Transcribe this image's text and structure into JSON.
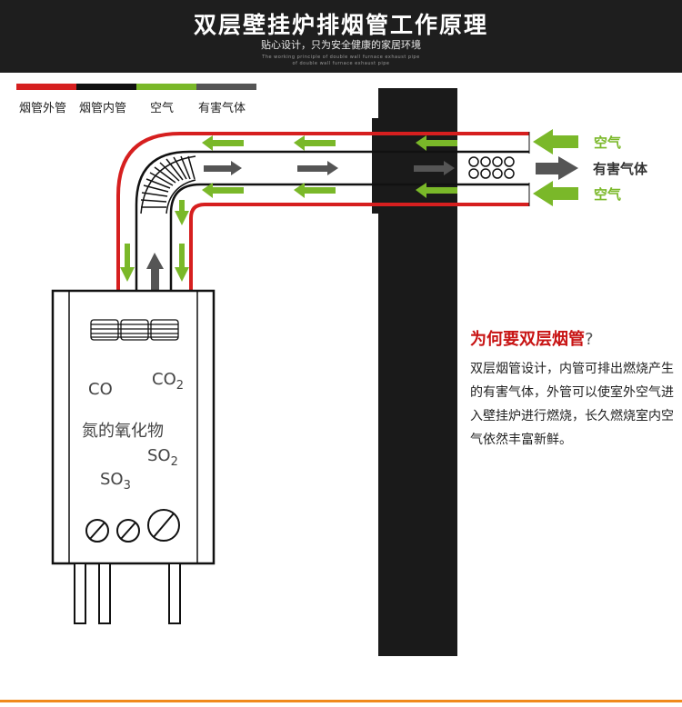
{
  "header": {
    "title": "双层壁挂炉排烟管工作原理",
    "subtitle": "贴心设计，只为安全健康的家居环境",
    "eng_line1": "The working principle of double wall furnace exhaust pipe",
    "eng_line2": "of double wall furnace exhaust pipe"
  },
  "legend": {
    "items": [
      {
        "label": "烟管外管",
        "color": "#d61f1f"
      },
      {
        "label": "烟管内管",
        "color": "#111111"
      },
      {
        "label": "空气",
        "color": "#7ab829"
      },
      {
        "label": "有害气体",
        "color": "#555555"
      }
    ]
  },
  "diagram": {
    "labels": {
      "air_top": "空气",
      "harmful": "有害气体",
      "air_bottom": "空气"
    },
    "boiler": {
      "co": "CO",
      "co2_main": "CO",
      "co2_sub": "2",
      "nox": "氮的氧化物",
      "so2_main": "SO",
      "so2_sub": "2",
      "so3_main": "SO",
      "so3_sub": "3"
    }
  },
  "qa": {
    "title": "为何要双层烟管",
    "mark": "?",
    "body": "双层烟管设计，内管可排出燃烧产生的有害气体，外管可以使室外空气进入壁挂炉进行燃烧，长久燃烧室内空气依然丰富新鲜。"
  },
  "colors": {
    "red": "#d61f1f",
    "green": "#7ab829",
    "gray": "#555555",
    "black": "#111111",
    "accent_orange": "#f08a1c"
  }
}
